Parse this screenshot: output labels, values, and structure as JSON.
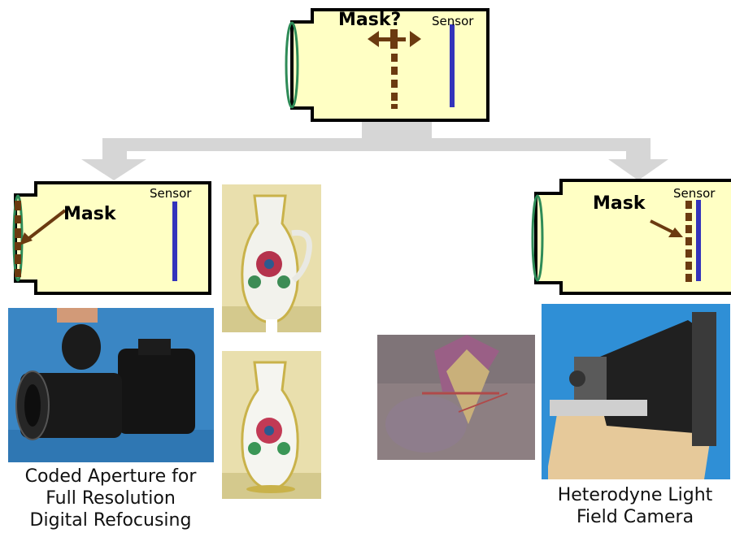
{
  "top_camera": {
    "mask_label": "Mask?",
    "sensor_label": "Sensor"
  },
  "left_camera": {
    "mask_label": "Mask",
    "sensor_label": "Sensor"
  },
  "right_camera": {
    "mask_label": "Mask",
    "sensor_label": "Sensor"
  },
  "captions": {
    "left_line1": "Coded Aperture for",
    "left_line2": "Full Resolution",
    "left_line3": "Digital Refocusing",
    "right_line1": "Heterodyne Light",
    "right_line2": "Field Camera"
  },
  "colors": {
    "camera_body": "#ffffc4",
    "outline": "#000000",
    "lens": "#2e8b57",
    "sensor": "#3333bb",
    "mask": "#6b3a10",
    "arrow": "#d6d6d6",
    "photo_blue_bg": "#3a86c4",
    "vase_bg": "#e9dfad"
  },
  "icons": [
    "lens-icon",
    "sensor-bar-icon",
    "mask-icon",
    "double-arrow-icon",
    "branch-arrow-icon"
  ]
}
